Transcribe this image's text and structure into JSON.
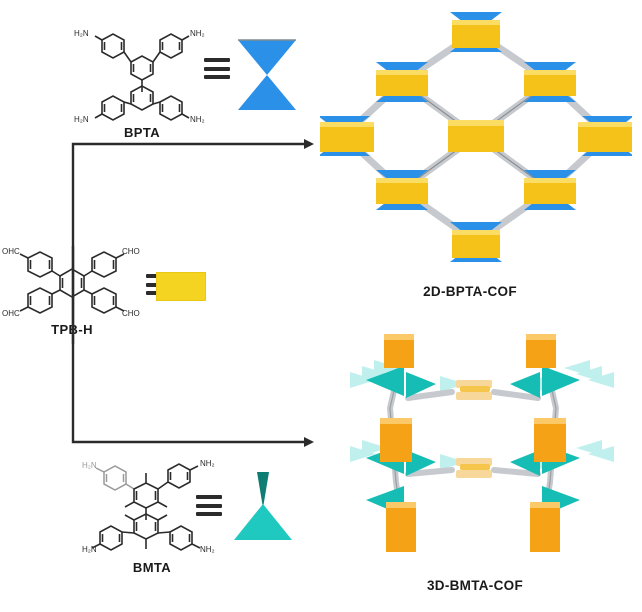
{
  "figure": {
    "background_color": "#ffffff",
    "kind": "reaction-scheme"
  },
  "colors": {
    "blue": "#2A90E8",
    "blue_dark": "#1E6FBF",
    "yellow": "#F5D321",
    "orange": "#F5A216",
    "orange_light": "#FAD27A",
    "teal": "#1FC9C0",
    "teal_dark": "#0E7E74",
    "rod_gray": "#BFC3C7",
    "rod_gray_dark": "#8F9499",
    "ink": "#2b2b2b"
  },
  "monomers": [
    {
      "id": "bpta",
      "name": "BPTA",
      "description": "tetraamine biphenyl building block",
      "functional_groups": [
        "H2N",
        "NH2",
        "H2N",
        "NH2"
      ],
      "equiv_symbol": "triple-bar-equals",
      "motif": "blue-bowtie",
      "motif_color": "#2A90E8"
    },
    {
      "id": "tpbh",
      "name": "TPB-H",
      "description": "tetraaldehyde tetraphenylbenzene building block",
      "functional_groups": [
        "OHC",
        "CHO",
        "OHC",
        "CHO"
      ],
      "equiv_symbol": "triple-bar-equals",
      "motif": "yellow-rectangle",
      "motif_color": "#F5D321"
    },
    {
      "id": "bmta",
      "name": "BMTA",
      "description": "methylated tetraamine biphenyl building block",
      "functional_groups": [
        "H2N",
        "NH2",
        "H2N",
        "NH2"
      ],
      "equiv_symbol": "triple-bar-equals",
      "motif": "teal-cone",
      "motif_color": "#1FC9C0"
    }
  ],
  "products": [
    {
      "id": "cof2d",
      "name": "2D-BPTA-COF",
      "topology": "2D rhombic layered network",
      "node_motif": "blue-bowtie",
      "linker_motif": "yellow-rectangle"
    },
    {
      "id": "cof3d",
      "name": "3D-BMTA-COF",
      "topology": "3D interpenetrated framework",
      "node_motif": "teal-cone",
      "linker_motif": "orange-rectangle"
    }
  ],
  "arrows": [
    {
      "id": "arrow-top",
      "from": "tpbh",
      "to": "cof2d",
      "direction": "right"
    },
    {
      "id": "arrow-bottom",
      "from": "tpbh",
      "to": "cof3d",
      "direction": "right"
    }
  ],
  "chart_data": {
    "type": "diagram",
    "title": "",
    "nodes": [
      {
        "id": "bpta",
        "label": "BPTA",
        "role": "amine-monomer",
        "glyph": "blue-bowtie"
      },
      {
        "id": "tpbh",
        "label": "TPB-H",
        "role": "aldehyde-monomer",
        "glyph": "yellow-rectangle"
      },
      {
        "id": "bmta",
        "label": "BMTA",
        "role": "amine-monomer",
        "glyph": "teal-cone"
      },
      {
        "id": "cof2d",
        "label": "2D-BPTA-COF",
        "role": "product",
        "glyph": "rhombic-network"
      },
      {
        "id": "cof3d",
        "label": "3D-BMTA-COF",
        "role": "product",
        "glyph": "3d-framework"
      }
    ],
    "edges": [
      {
        "source": "bpta",
        "target": "cof2d",
        "via": "tpbh"
      },
      {
        "source": "bmta",
        "target": "cof3d",
        "via": "tpbh"
      }
    ],
    "legend": [
      {
        "glyph": "blue-bowtie",
        "means": "BPTA",
        "color": "#2A90E8"
      },
      {
        "glyph": "yellow-rectangle",
        "means": "TPB-H",
        "color": "#F5D321"
      },
      {
        "glyph": "teal-cone",
        "means": "BMTA",
        "color": "#1FC9C0"
      }
    ]
  }
}
